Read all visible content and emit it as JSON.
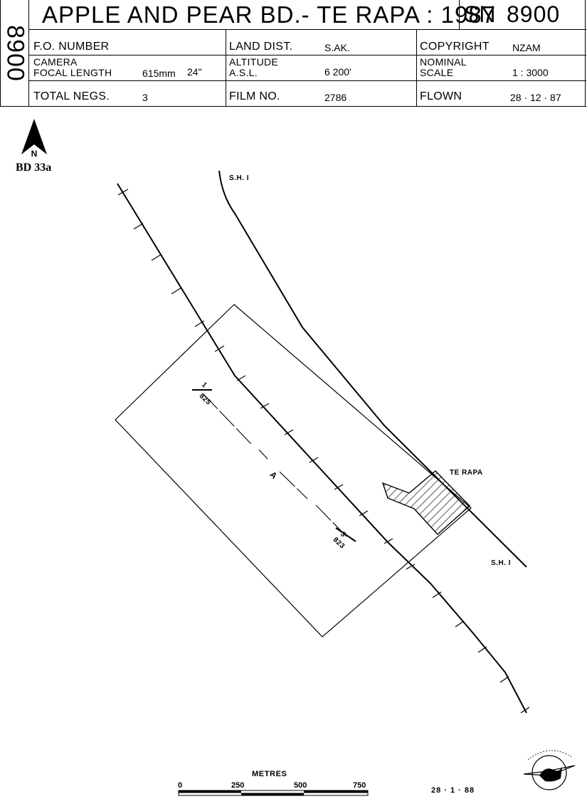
{
  "header": {
    "serial_vertical": "8900",
    "title": "APPLE AND PEAR BD.- TE RAPA : 1987",
    "sn_prefix": "SN",
    "sn_number": "8900"
  },
  "fields": {
    "fo_number_label": "F.O. NUMBER",
    "land_dist_label": "LAND DIST.",
    "land_dist_value": "S.AK.",
    "copyright_label": "COPYRIGHT",
    "copyright_value": "NZAM",
    "camera_label": "CAMERA",
    "focal_length_label": "FOCAL LENGTH",
    "focal_length_mm": "615mm",
    "focal_length_in": "24\"",
    "altitude_label": "ALTITUDE",
    "asl_label": "A.S.L.",
    "altitude_value": "6 200'",
    "nominal_label": "NOMINAL",
    "scale_label": "SCALE",
    "scale_value": "1 : 3000",
    "total_negs_label": "TOTAL NEGS.",
    "total_negs_value": "3",
    "film_no_label": "FILM NO.",
    "film_no_value": "2786",
    "flown_label": "FLOWN",
    "flown_value": "28 · 12 · 87"
  },
  "map": {
    "north_letter": "N",
    "index_code": "BD 33a",
    "road_label_top": "S.H. I",
    "road_label_bottom": "S.H. I",
    "place_label": "TE RAPA",
    "run_label": "A",
    "start_neg": "1",
    "start_frame": "825",
    "end_neg": "3",
    "end_frame": "823",
    "icons": [
      "north-arrow-icon",
      "nz-aerial-mapping-logo-icon"
    ]
  },
  "scale_bar": {
    "title": "METRES",
    "ticks": [
      "0",
      "250",
      "500",
      "750"
    ]
  },
  "footer": {
    "date": "28 · 1 · 88"
  },
  "colors": {
    "ink": "#000000",
    "paper": "#ffffff"
  }
}
